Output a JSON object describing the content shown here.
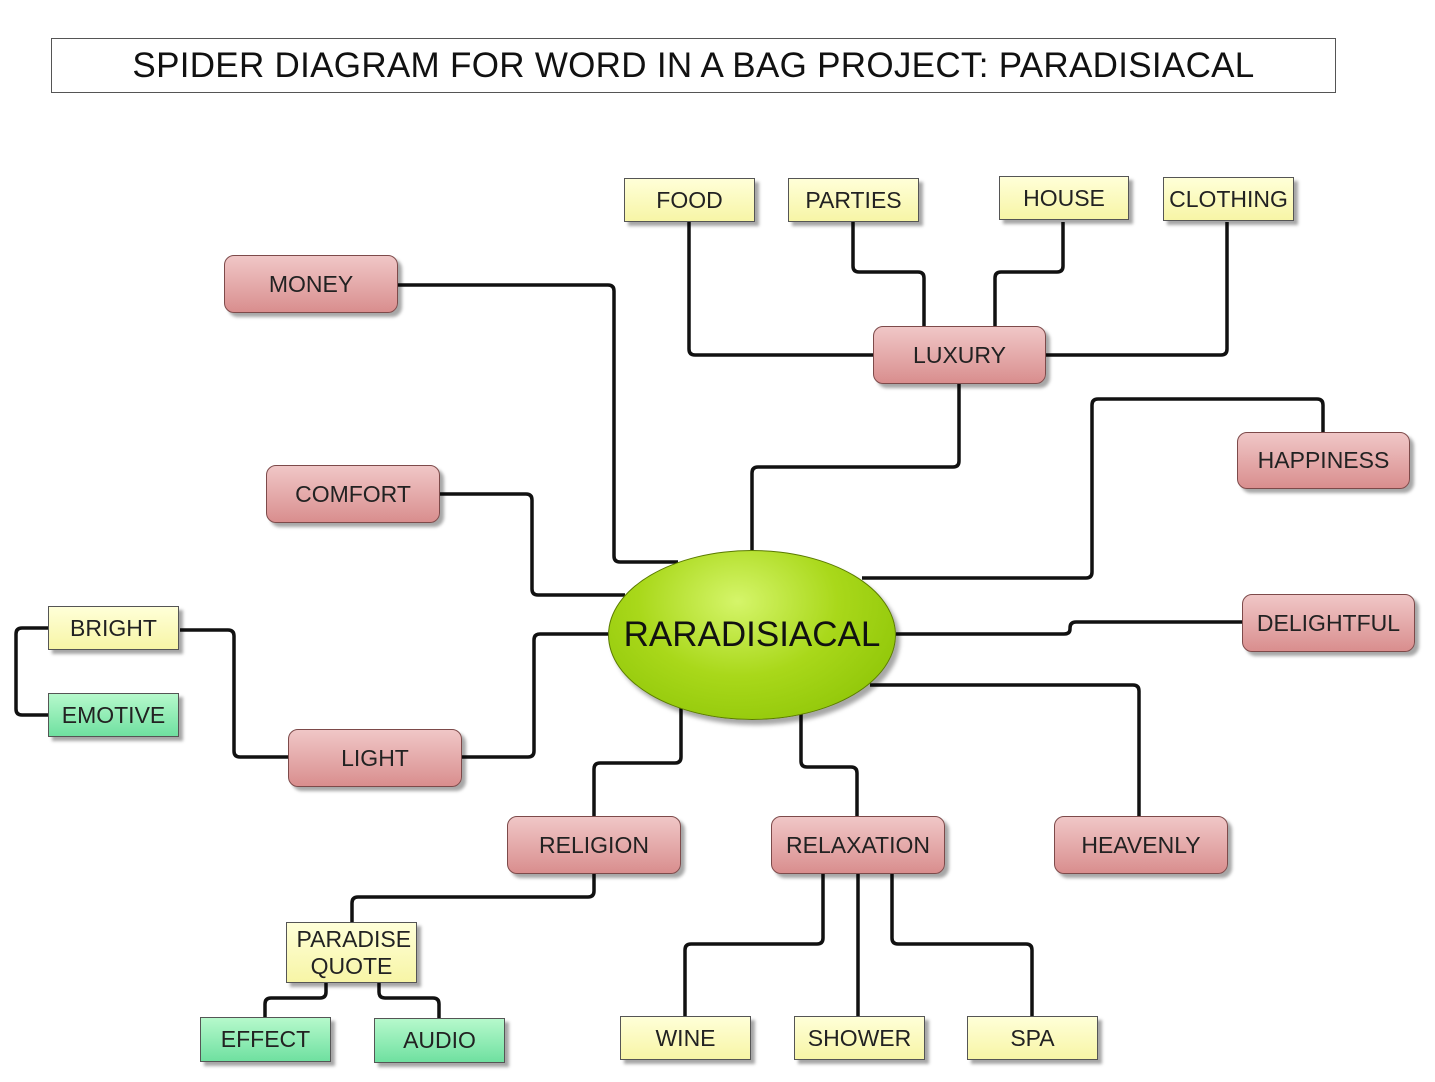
{
  "title": "SPIDER DIAGRAM FOR WORD IN A BAG PROJECT: PARADISIACAL",
  "center": "RARADISIACAL",
  "branches": {
    "money": "MONEY",
    "luxury": "LUXURY",
    "happiness": "HAPPINESS",
    "comfort": "COMFORT",
    "delightful": "DELIGHTFUL",
    "light": "LIGHT",
    "religion": "RELIGION",
    "relaxation": "RELAXATION",
    "heavenly": "HEAVENLY"
  },
  "leaves": {
    "food": "FOOD",
    "parties": "PARTIES",
    "house": "HOUSE",
    "clothing": "CLOTHING",
    "bright": "BRIGHT",
    "emotive": "EMOTIVE",
    "paradise_quote": "PARADISE QUOTE",
    "effect": "EFFECT",
    "audio": "AUDIO",
    "wine": "WINE",
    "shower": "SHOWER",
    "spa": "SPA"
  },
  "colors": {
    "branch_fill": "#e3aaaa",
    "leaf_fill": "#fbfab8",
    "detail_fill": "#8eeab3",
    "hub_fill": "#a9d81a",
    "connector": "#111111"
  }
}
